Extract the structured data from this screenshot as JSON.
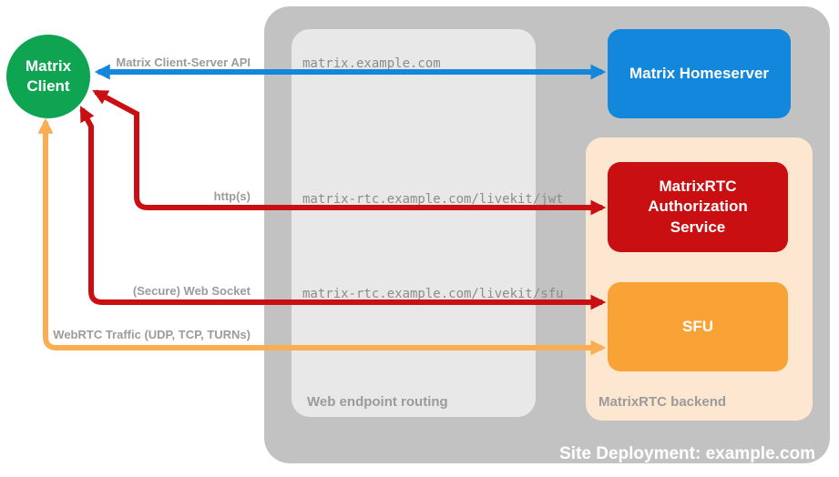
{
  "title": "Site Deployment: example.com",
  "colors": {
    "green": "#0EA452",
    "blue": "#1287DB",
    "red": "#C90F12",
    "orange": "#F9A235",
    "orange_light": "#FBAD52",
    "peach": "#FDE7D0",
    "gray_outer": "#C2C2C2",
    "gray_inner": "#E8E8E8",
    "label_gray": "#9B9B9B",
    "mono_gray": "#8C8C8C"
  },
  "nodes": {
    "matrix_client": {
      "label": "Matrix Client",
      "color": "#0EA452"
    },
    "matrix_homeserver": {
      "label": "Matrix Homeserver",
      "color": "#1287DB"
    },
    "matrixrtc_auth_service": {
      "label": "MatrixRTC Authorization Service",
      "color": "#C90F12"
    },
    "sfu": {
      "label": "SFU",
      "color": "#F9A235"
    }
  },
  "containers": {
    "site_deployment": {
      "label": "Site Deployment: example.com",
      "color": "#C2C2C2"
    },
    "web_endpoint_routing": {
      "label": "Web endpoint routing",
      "color": "#E8E8E8"
    },
    "matrixrtc_backend": {
      "label": "MatrixRTC backend",
      "color": "#FDE7D0"
    }
  },
  "routes": [
    "matrix.example.com",
    "matrix-rtc.example.com/livekit/jwt",
    "matrix-rtc.example.com/livekit/sfu"
  ],
  "edges": {
    "client_server_api": {
      "label": "Matrix Client-Server API",
      "color": "#1287DB",
      "from": "Matrix Client",
      "to": "Matrix Homeserver",
      "bidirectional": true
    },
    "https": {
      "label": "http(s)",
      "color": "#C90F12",
      "from": "Matrix Client",
      "to": "MatrixRTC Authorization Service",
      "bidirectional": true
    },
    "websocket": {
      "label": "(Secure) Web Socket",
      "color": "#C90F12",
      "from": "Matrix Client",
      "to": "SFU",
      "bidirectional": true
    },
    "webrtc_traffic": {
      "label": "WebRTC Traffic (UDP, TCP, TURNs)",
      "color": "#FBAD52",
      "from": "Matrix Client",
      "to": "SFU",
      "bidirectional": true
    }
  }
}
